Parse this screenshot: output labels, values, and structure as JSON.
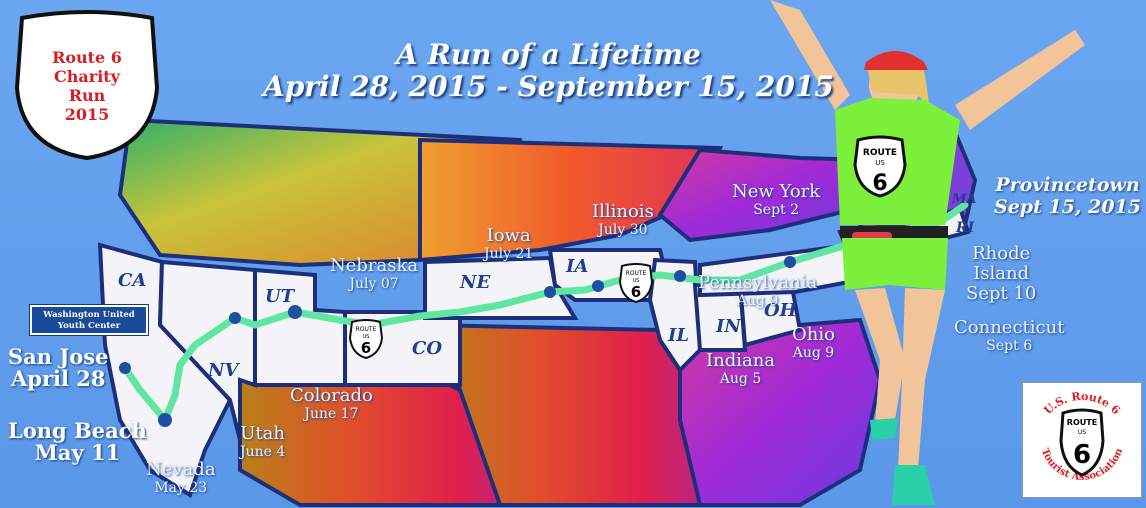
{
  "headline": {
    "title": "A Run of a Lifetime",
    "dates": "April 28, 2015 - September 15, 2015"
  },
  "shield_badge": {
    "line1": "Route 6",
    "line2": "Charity",
    "line3": "Run",
    "line4": "2015"
  },
  "start_sign": {
    "line1": "Washington United",
    "line2": "Youth Center"
  },
  "route_shield": {
    "top": "ROUTE",
    "mid": "US",
    "num": "6"
  },
  "association_logo": {
    "arc": "U.S. Route 6",
    "bottom": "Tourist Association",
    "shield_top": "ROUTE",
    "shield_mid": "US",
    "shield_num": "6"
  },
  "state_abbrevs": {
    "ca": "CA",
    "nv": "NV",
    "ut": "UT",
    "co": "CO",
    "ne": "NE",
    "ia": "IA",
    "il": "IL",
    "in": "IN",
    "oh": "OH",
    "ma": "MA",
    "ri": "RI"
  },
  "waypoints": {
    "san_jose": {
      "name": "San Jose",
      "date": "April 28"
    },
    "long_beach": {
      "name": "Long Beach",
      "date": "May 11"
    },
    "nevada": {
      "name": "Nevada",
      "date": "May 23"
    },
    "utah": {
      "name": "Utah",
      "date": "June 4"
    },
    "colorado": {
      "name": "Colorado",
      "date": "June 17"
    },
    "nebraska": {
      "name": "Nebraska",
      "date": "July 07"
    },
    "iowa": {
      "name": "Iowa",
      "date": "July 21"
    },
    "illinois": {
      "name": "Illinois",
      "date": "July 30"
    },
    "indiana": {
      "name": "Indiana",
      "date": "Aug 5"
    },
    "ohio": {
      "name": "Ohio",
      "date": "Aug 9"
    },
    "pennsylvania": {
      "name": "Pennsylvania",
      "date": "Aug 9"
    },
    "new_york": {
      "name": "New York",
      "date": "Sept 2"
    },
    "connecticut": {
      "name": "Connecticut",
      "date": "Sept 6"
    },
    "rhode_island": {
      "name": "Rhode Island",
      "line1": "Rhode",
      "line2": "Island",
      "date": "Sept 10"
    },
    "provincetown": {
      "name": "Provincetown",
      "date": "Sept 15, 2015"
    }
  },
  "colors": {
    "sky": "#5e9bea",
    "route": "#5fe6a0",
    "route_dot": "#1e4fa0",
    "white_states": "#f4f4f8",
    "shirt": "#7cf03a",
    "cap": "#e23030"
  }
}
